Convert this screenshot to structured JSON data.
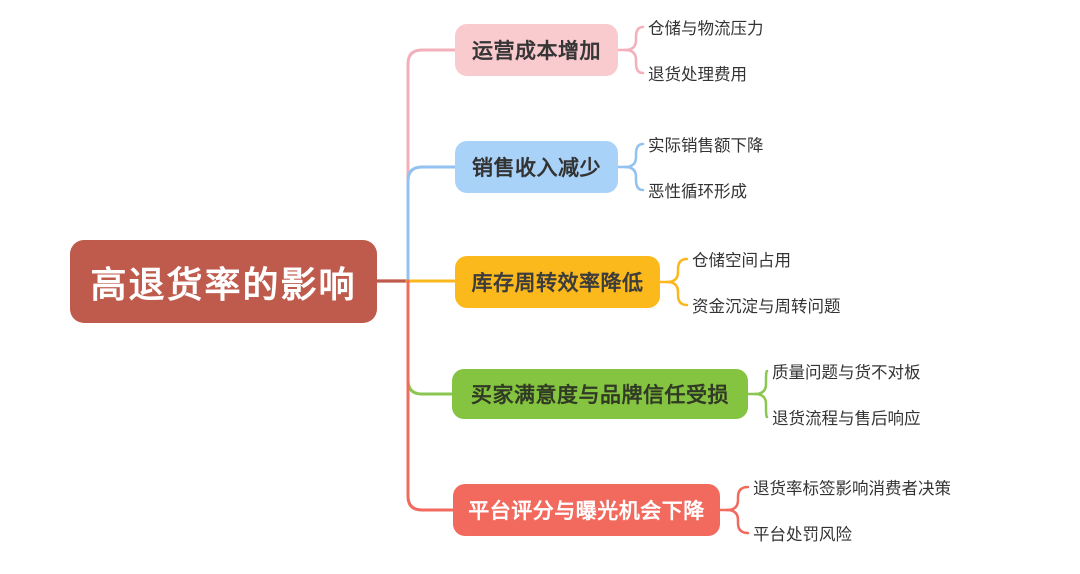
{
  "background": "#ffffff",
  "root": {
    "label": "高退货率的影响",
    "bg": "#bf5b4c",
    "text_color": "#ffffff",
    "stub_line_color": "#bf5b4c"
  },
  "leaf_text_color": "#333333",
  "branches": [
    {
      "label": "运营成本增加",
      "bg": "#f9cace",
      "line": "#f3b0ba",
      "text_color": "#363636",
      "children": [
        "仓储与物流压力",
        "退货处理费用"
      ]
    },
    {
      "label": "销售收入减少",
      "bg": "#a9d2f8",
      "line": "#93c2f1",
      "text_color": "#333333",
      "children": [
        "实际销售额下降",
        "恶性循环形成"
      ]
    },
    {
      "label": "库存周转效率降低",
      "bg": "#fbb91c",
      "line": "#fbb81e",
      "text_color": "#3c3c3c",
      "children": [
        "仓储空间占用",
        "资金沉淀与周转问题"
      ]
    },
    {
      "label": "买家满意度与品牌信任受损",
      "bg": "#85c441",
      "line": "#8bc653",
      "text_color": "#303a24",
      "children": [
        "质量问题与货不对板",
        "退货流程与售后响应"
      ]
    },
    {
      "label": "平台评分与曝光机会下降",
      "bg": "#f26a5e",
      "line": "#f26a5e",
      "text_color": "#ffffff",
      "children": [
        "退货率标签影响消费者决策",
        "平台处罚风险"
      ]
    }
  ]
}
